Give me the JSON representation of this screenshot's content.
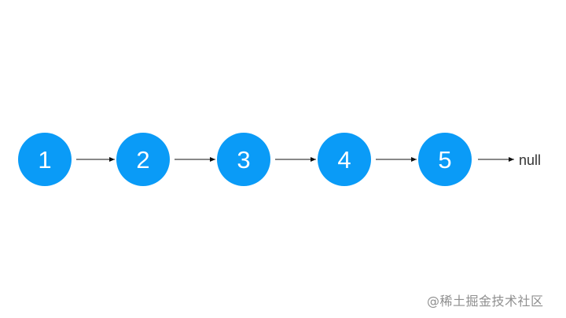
{
  "nodes": [
    {
      "label": "1"
    },
    {
      "label": "2"
    },
    {
      "label": "3"
    },
    {
      "label": "4"
    },
    {
      "label": "5"
    }
  ],
  "terminal": {
    "label": "null"
  },
  "watermark": {
    "text": "@稀土掘金技术社区"
  },
  "colors": {
    "node_fill": "#0a9bf7",
    "node_text": "#ffffff",
    "arrow": "#111111",
    "terminal_text": "#333333",
    "watermark_text": "#8f8f8f",
    "background": "#ffffff"
  },
  "icons": {
    "arrow": "arrow-right-icon"
  }
}
